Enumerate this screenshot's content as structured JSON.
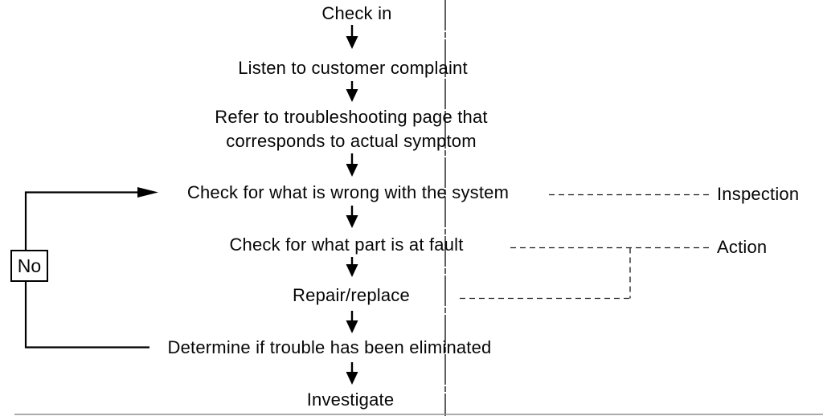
{
  "diagram": {
    "type": "flowchart",
    "steps": [
      {
        "label": "Check in"
      },
      {
        "label": "Listen to customer complaint"
      },
      {
        "label": "Refer to troubleshooting page that corresponds to actual symptom"
      },
      {
        "label": "Check for what is wrong with the system"
      },
      {
        "label": "Check for what part is at fault"
      },
      {
        "label": "Repair/replace"
      },
      {
        "label": "Determine if trouble has been eliminated"
      },
      {
        "label": "Investigate"
      }
    ],
    "loop_label": "No",
    "side_labels": [
      {
        "label": "Inspection"
      },
      {
        "label": "Action"
      }
    ],
    "colors": {
      "ink": "#000000",
      "background": "#ffffff",
      "faint_line": "#8f8f8f"
    }
  }
}
